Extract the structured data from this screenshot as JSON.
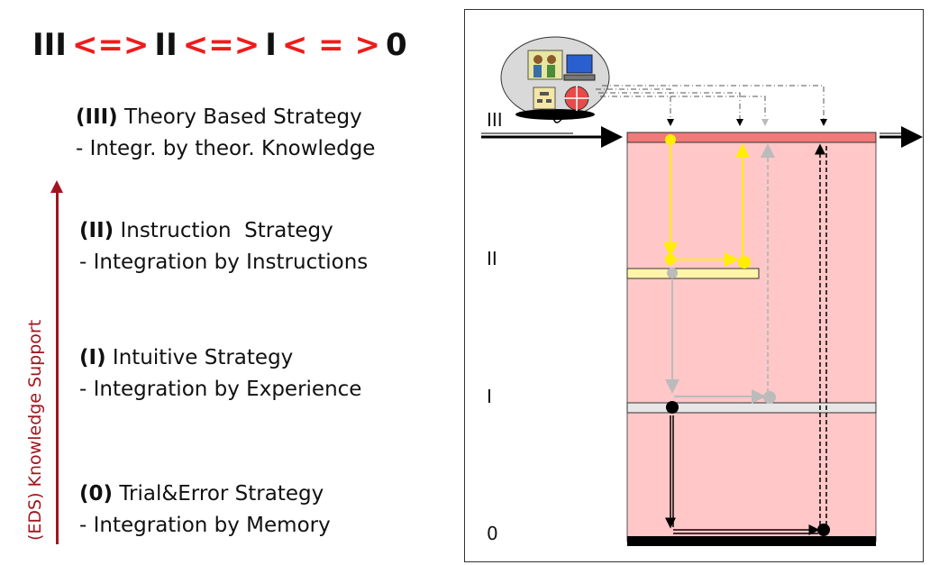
{
  "header": {
    "levels": [
      "III",
      "II",
      "I",
      "0"
    ],
    "operators": [
      "<=>",
      "<=>",
      "< = >"
    ]
  },
  "strategies": [
    {
      "code": "(III)",
      "title": "Theory Based Strategy",
      "description": "- Integr. by theor. Knowledge"
    },
    {
      "code": "(II)",
      "title": "Instruction  Strategy",
      "description": "- Integration by Instructions"
    },
    {
      "code": "(I)",
      "title": "Intuitive Strategy",
      "description": "- Integration by Experience"
    },
    {
      "code": "(0)",
      "title": "Trial&Error Strategy",
      "description": "- Integration by Memory"
    }
  ],
  "support_axis": {
    "label": "(EDS) Knowledge Support",
    "color": "#a0161f"
  },
  "diagram": {
    "level_labels": [
      "III",
      "II",
      "I",
      "0"
    ],
    "colors": {
      "column_fill": "#ffc7c7",
      "level_III_bar": "#f07a7a",
      "level_II_bar": "#fff5a8",
      "level_I_bar": "#e6e6e6",
      "level_0_bar": "#000000",
      "yellow_path": "#ffee00",
      "gray_path": "#bbbbbb",
      "black_path": "#000000"
    },
    "knowledge_source_icons": [
      "people-icon",
      "computer-icon",
      "document-icon",
      "target-icon"
    ]
  }
}
